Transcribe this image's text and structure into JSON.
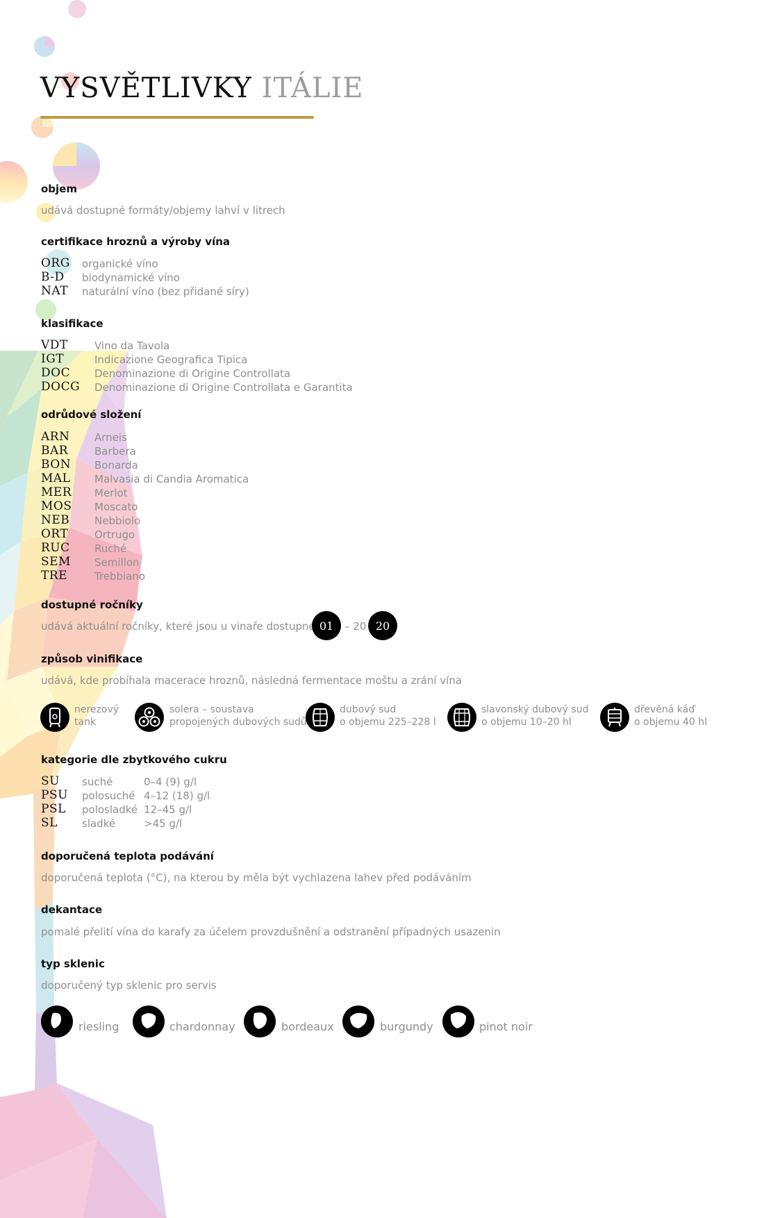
{
  "title": {
    "main": "VYSVĚTLIVKY",
    "accent": "ITÁLIE"
  },
  "colors": {
    "rule": "#c09a3e",
    "heading": "#111111",
    "text": "#8f8f8f",
    "badge": "#000000"
  },
  "sections": {
    "objem": {
      "heading": "objem",
      "text": "udává dostupné formáty/objemy lahví v litrech"
    },
    "certifikace": {
      "heading": "certifikace hroznů a výroby vína",
      "items": [
        {
          "code": "ORG",
          "desc": "organické víno"
        },
        {
          "code": "B-D",
          "desc": "biodynamické víno"
        },
        {
          "code": "NAT",
          "desc": "naturální víno (bez přidané síry)"
        }
      ]
    },
    "klasifikace": {
      "heading": "klasifikace",
      "items": [
        {
          "code": "VDT",
          "desc": "Vino da Tavola"
        },
        {
          "code": "IGT",
          "desc": "Indicazione Geografica Tipica"
        },
        {
          "code": "DOC",
          "desc": "Denominazione di Origine Controllata"
        },
        {
          "code": "DOCG",
          "desc": "Denominazione di Origine Controllata e Garantita"
        }
      ]
    },
    "odrudy": {
      "heading": "odrůdové složení",
      "items": [
        {
          "code": "ARN",
          "desc": "Arneis"
        },
        {
          "code": "BAR",
          "desc": "Barbera"
        },
        {
          "code": "BON",
          "desc": "Bonarda"
        },
        {
          "code": "MAL",
          "desc": "Malvasia di Candia Aromatica"
        },
        {
          "code": "MER",
          "desc": "Merlot"
        },
        {
          "code": "MOS",
          "desc": "Moscato"
        },
        {
          "code": "NEB",
          "desc": "Nebbiolo"
        },
        {
          "code": "ORT",
          "desc": "Ortrugo"
        },
        {
          "code": "RUC",
          "desc": "Ruché"
        },
        {
          "code": "SEM",
          "desc": "Semillon"
        },
        {
          "code": "TRE",
          "desc": "Trebbiano"
        }
      ]
    },
    "rocniky": {
      "heading": "dostupné ročníky",
      "text": "udává aktuální ročníky, které jsou u vinaře dostupné: 20",
      "badge1": "01",
      "separator": "– 20",
      "badge2": "20"
    },
    "vinifikace": {
      "heading": "způsob vinifikace",
      "text": "udává, kde probíhala macerace hroznů, následná fermentace moštu a zrání vína",
      "items": [
        {
          "icon": "steel-tank-icon",
          "line1": "nerezový",
          "line2": "tank"
        },
        {
          "icon": "solera-icon",
          "line1": "solera – soustava",
          "line2": "propojených dubových sudů"
        },
        {
          "icon": "oak-barrel-icon",
          "line1": "dubový sud",
          "line2": "o objemu 225–228 l"
        },
        {
          "icon": "slavonian-barrel-icon",
          "line1": "slavonský dubový sud",
          "line2": "o objemu 10–20 hl"
        },
        {
          "icon": "wooden-vat-icon",
          "line1": "dřevěná káď",
          "line2": "o objemu 40 hl"
        }
      ]
    },
    "cukr": {
      "heading": "kategorie dle zbytkového cukru",
      "items": [
        {
          "code": "SU",
          "name": "suché",
          "value": "0–4 (9) g/l"
        },
        {
          "code": "PSU",
          "name": "polosuché",
          "value": "4–12 (18) g/l"
        },
        {
          "code": "PSL",
          "name": "polosladké",
          "value": "12–45 g/l"
        },
        {
          "code": "SL",
          "name": "sladké",
          "value": ">45 g/l"
        }
      ]
    },
    "teplota": {
      "heading": "doporučená teplota podávání",
      "text": "doporučená teplota (°C), na kterou by měla být vychlazena lahev před podáváním"
    },
    "dekantace": {
      "heading": "dekantace",
      "text": "pomalé přelití vína do karafy za účelem provzdušnění a odstranění případných usazenin"
    },
    "sklenice": {
      "heading": "typ sklenic",
      "text": "doporučený typ sklenic pro servis",
      "items": [
        {
          "icon": "riesling-glass-icon",
          "label": "riesling"
        },
        {
          "icon": "chardonnay-glass-icon",
          "label": "chardonnay"
        },
        {
          "icon": "bordeaux-glass-icon",
          "label": "bordeaux"
        },
        {
          "icon": "burgundy-glass-icon",
          "label": "burgundy"
        },
        {
          "icon": "pinot-noir-glass-icon",
          "label": "pinot noir"
        }
      ]
    }
  }
}
